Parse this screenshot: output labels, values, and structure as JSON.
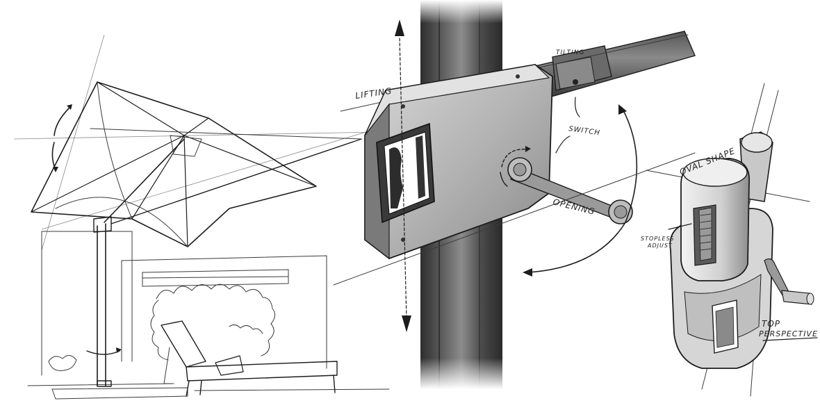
{
  "labels": {
    "lifting": "LIFTING",
    "tilting": "TILTING",
    "switch": "SWITCH",
    "opening": "OPENING",
    "oval_shape": "OVAL SHAPE",
    "stopless_adjust_line1": "STOPLESS",
    "stopless_adjust_line2": "ADJUST",
    "top_line1": "TOP",
    "top_line2": "PERSPECTIVE"
  },
  "colors": {
    "ink": "#1c1c1c",
    "pole_dark": "#3c3c3c",
    "pole_mid": "#6a6a6a",
    "housing_light": "#c9c9c9",
    "housing_mid": "#9a9a9a",
    "housing_dark": "#555555"
  }
}
